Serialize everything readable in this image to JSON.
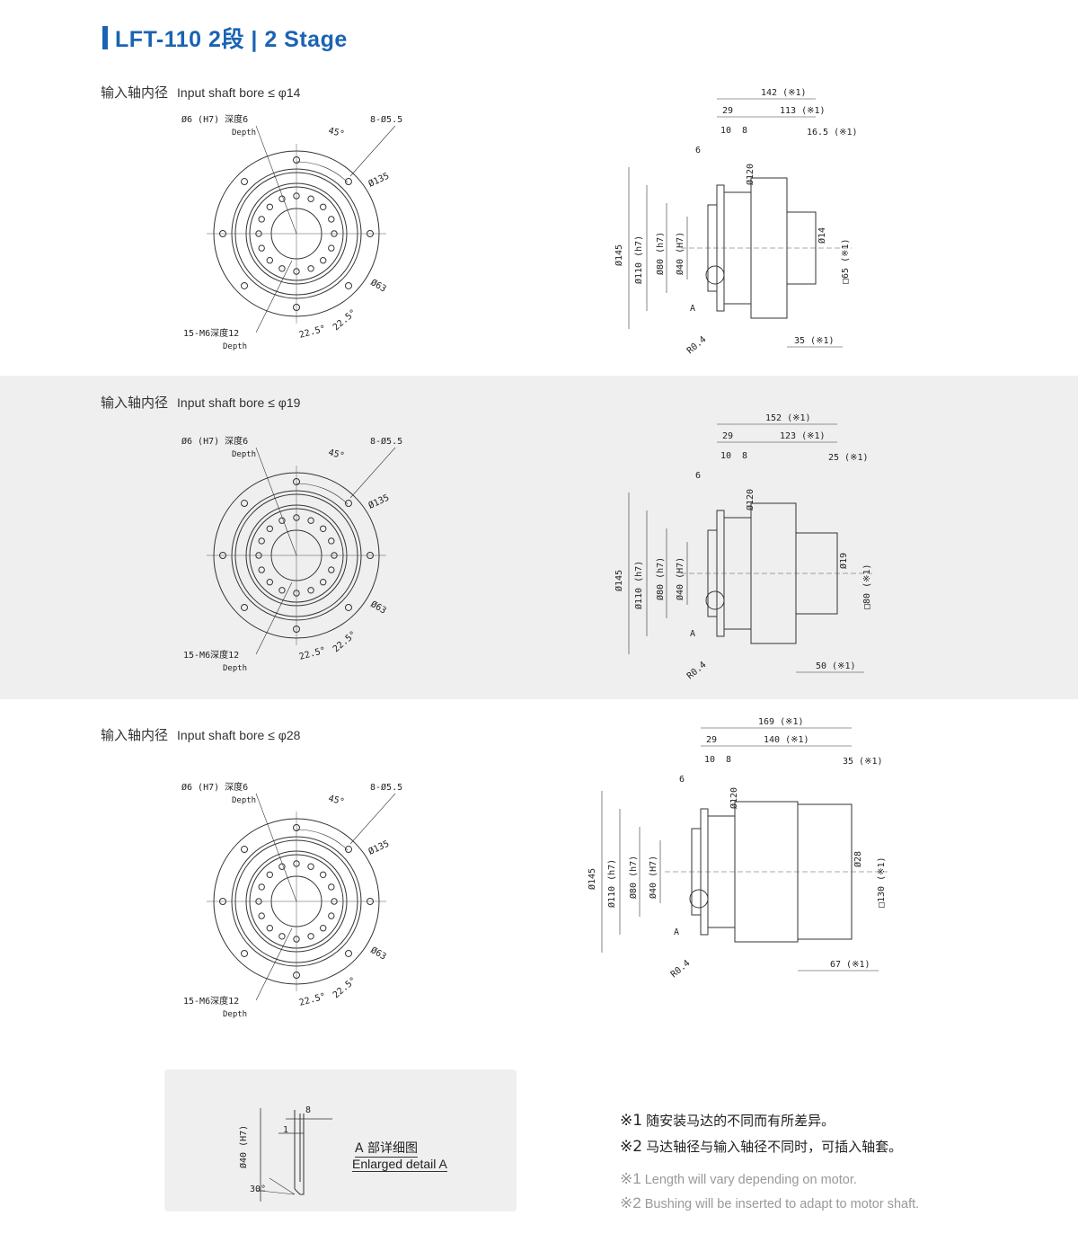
{
  "title": "LFT-110  2段  | 2 Stage",
  "sections": [
    {
      "bore_cn": "输入轴内径",
      "bore_en": "Input shaft bore  ≤ φ14",
      "front": {
        "hole_tap": "Ø6 (H7) 深度6",
        "depth": "Depth",
        "angle": "45°",
        "holes": "8-Ø5.5",
        "pcd": "Ø135",
        "inner": "Ø63",
        "tap": "15-M6深度12",
        "tap_depth": "Depth",
        "a1": "22.5°",
        "a2": "22.5°"
      },
      "side": {
        "total": "142 (※1)",
        "flange": "29",
        "body": "113 (※1)",
        "d10": "10",
        "d8": "8",
        "d6": "6",
        "tail": "16.5 (※1)",
        "d145": "Ø145",
        "d110": "Ø110 (h7)",
        "d80": "Ø80 (h7)",
        "d40": "Ø40 (H7)",
        "d120": "Ø120",
        "shaft": "Ø14",
        "sq": "□65 (※1)",
        "len": "35 (※1)",
        "r": "R0.4",
        "a": "A"
      }
    },
    {
      "bore_cn": "输入轴内径",
      "bore_en": "Input shaft bore  ≤ φ19",
      "front": {
        "hole_tap": "Ø6 (H7) 深度6",
        "depth": "Depth",
        "angle": "45°",
        "holes": "8-Ø5.5",
        "pcd": "Ø135",
        "inner": "Ø63",
        "tap": "15-M6深度12",
        "tap_depth": "Depth",
        "a1": "22.5°",
        "a2": "22.5°"
      },
      "side": {
        "total": "152 (※1)",
        "flange": "29",
        "body": "123 (※1)",
        "d10": "10",
        "d8": "8",
        "d6": "6",
        "tail": "25 (※1)",
        "d145": "Ø145",
        "d110": "Ø110 (h7)",
        "d80": "Ø80 (h7)",
        "d40": "Ø40 (H7)",
        "d120": "Ø120",
        "shaft": "Ø19",
        "sq": "□80 (※1)",
        "len": "50 (※1)",
        "r": "R0.4",
        "a": "A"
      }
    },
    {
      "bore_cn": "输入轴内径",
      "bore_en": "Input shaft bore  ≤ φ28",
      "front": {
        "hole_tap": "Ø6 (H7) 深度6",
        "depth": "Depth",
        "angle": "45°",
        "holes": "8-Ø5.5",
        "pcd": "Ø135",
        "inner": "Ø63",
        "tap": "15-M6深度12",
        "tap_depth": "Depth",
        "a1": "22.5°",
        "a2": "22.5°"
      },
      "side": {
        "total": "169 (※1)",
        "flange": "29",
        "body": "140 (※1)",
        "d10": "10",
        "d8": "8",
        "d6": "6",
        "tail": "35 (※1)",
        "d145": "Ø145",
        "d110": "Ø110 (h7)",
        "d80": "Ø80 (h7)",
        "d40": "Ø40 (H7)",
        "d120": "Ø120",
        "shaft": "Ø28",
        "sq": "□130 (※1)",
        "len": "67 (※1)",
        "r": "R0.4",
        "a": "A"
      }
    }
  ],
  "detail": {
    "cn": "A 部详细图",
    "en": "Enlarged detail A",
    "d40": "Ø40 (H7)",
    "d8": "8",
    "d1": "1",
    "angle": "30°"
  },
  "notes": [
    {
      "mark": "※1",
      "text": "随安装马达的不同而有所差异。"
    },
    {
      "mark": "※2",
      "text": "马达轴径与输入轴径不同时，可插入轴套。"
    },
    {
      "mark": "※1",
      "text": "Length will vary depending on motor."
    },
    {
      "mark": "※2",
      "text": "Bushing will be inserted to adapt to motor shaft."
    }
  ],
  "colors": {
    "accent": "#1a63b4",
    "band": "#efefef"
  }
}
